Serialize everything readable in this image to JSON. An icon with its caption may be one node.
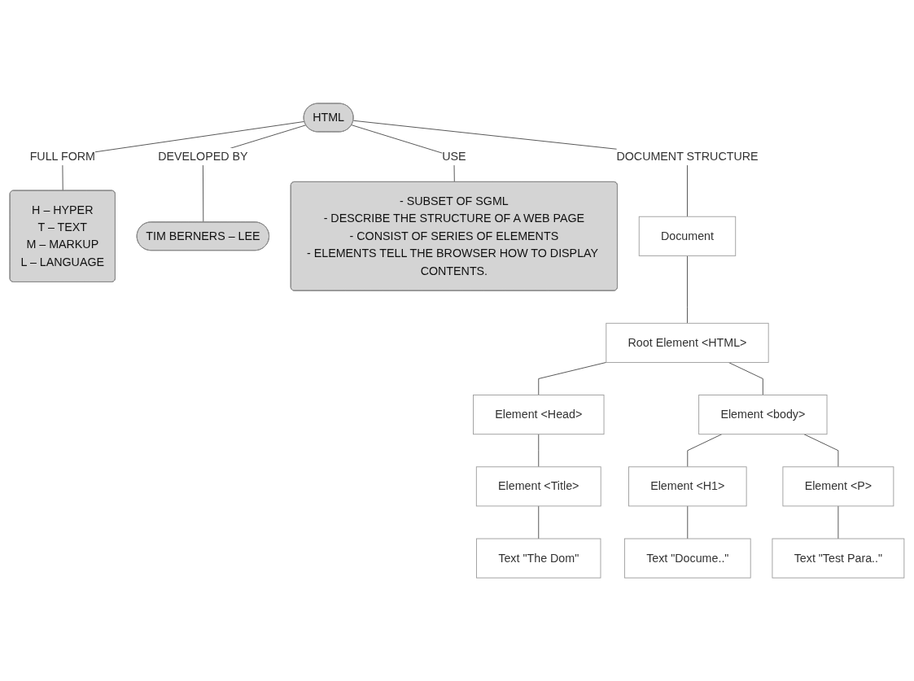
{
  "diagram": {
    "nodes": [
      {
        "text": [
          "HTML"
        ]
      },
      {
        "text": [
          "H – HYPER",
          "T – TEXT",
          "M –  MARKUP",
          "L – LANGUAGE"
        ]
      },
      {
        "text": [
          "TIM BERNERS – LEE"
        ]
      },
      {
        "text": [
          "- SUBSET OF SGML",
          "- DESCRIBE THE STRUCTURE OF A WEB PAGE",
          "- CONSIST OF SERIES OF ELEMENTS",
          "- ELEMENTS TELL THE BROWSER HOW TO DISPLAY CONTENTS."
        ]
      },
      {
        "text": [
          "Document"
        ]
      },
      {
        "text": [
          "Root Element <HTML>"
        ]
      },
      {
        "text": [
          "Element <Head>"
        ]
      },
      {
        "text": [
          "Element <body>"
        ]
      },
      {
        "text": [
          "Element <Title>"
        ]
      },
      {
        "text": [
          "Element <H1>"
        ]
      },
      {
        "text": [
          "Element <P>"
        ]
      },
      {
        "text": [
          "Text \"The Dom\""
        ]
      },
      {
        "text": [
          "Text \"Docume..\""
        ]
      },
      {
        "text": [
          "Text \"Test Para..\""
        ]
      }
    ],
    "edges": [
      {
        "from": 0,
        "to": 1,
        "arrow": "none",
        "label": "FULL FORM"
      },
      {
        "from": 0,
        "to": 2,
        "arrow": "none",
        "label": "DEVELOPED BY"
      },
      {
        "from": 0,
        "to": 3,
        "arrow": "none",
        "label": "USE"
      },
      {
        "from": 0,
        "to": 4,
        "arrow": "none",
        "label": "DOCUMENT STRUCTURE"
      },
      {
        "from": 4,
        "to": 5,
        "arrow": "none"
      },
      {
        "from": 5,
        "to": 6,
        "arrow": "none"
      },
      {
        "from": 5,
        "to": 7,
        "arrow": "none"
      },
      {
        "from": 6,
        "to": 8,
        "arrow": "none"
      },
      {
        "from": 7,
        "to": 9,
        "arrow": "none"
      },
      {
        "from": 7,
        "to": 10,
        "arrow": "none"
      },
      {
        "from": 8,
        "to": 11,
        "arrow": "none"
      },
      {
        "from": 9,
        "to": 12,
        "arrow": "none"
      },
      {
        "from": 10,
        "to": 13,
        "arrow": "none"
      }
    ]
  }
}
